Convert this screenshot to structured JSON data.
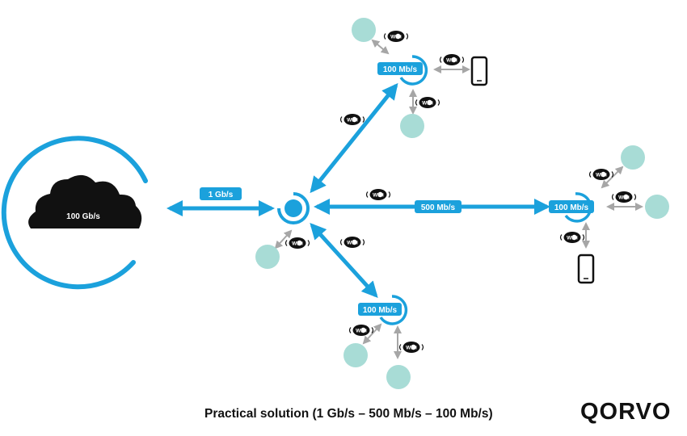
{
  "colors": {
    "accent": "#1ba1dc",
    "client": "#a8dcd6",
    "gray_arrow": "#a6a6a6",
    "dark": "#111111"
  },
  "labels": {
    "cloud_speed": "100 Gb/s",
    "uplink_speed": "1 Gb/s",
    "backhaul_east": "500 Mb/s",
    "node_north": "100 Mb/s",
    "node_east": "100 Mb/s",
    "node_south": "100 Mb/s",
    "wifi": "WiFi"
  },
  "icons": {
    "wifi": "wifi-badge-icon",
    "phone": "smartphone-icon",
    "cloud": "cloud-icon",
    "client": "client-device-icon"
  },
  "caption": "Practical solution (1 Gb/s – 500 Mb/s – 100 Mb/s)",
  "logo": "QORVO"
}
